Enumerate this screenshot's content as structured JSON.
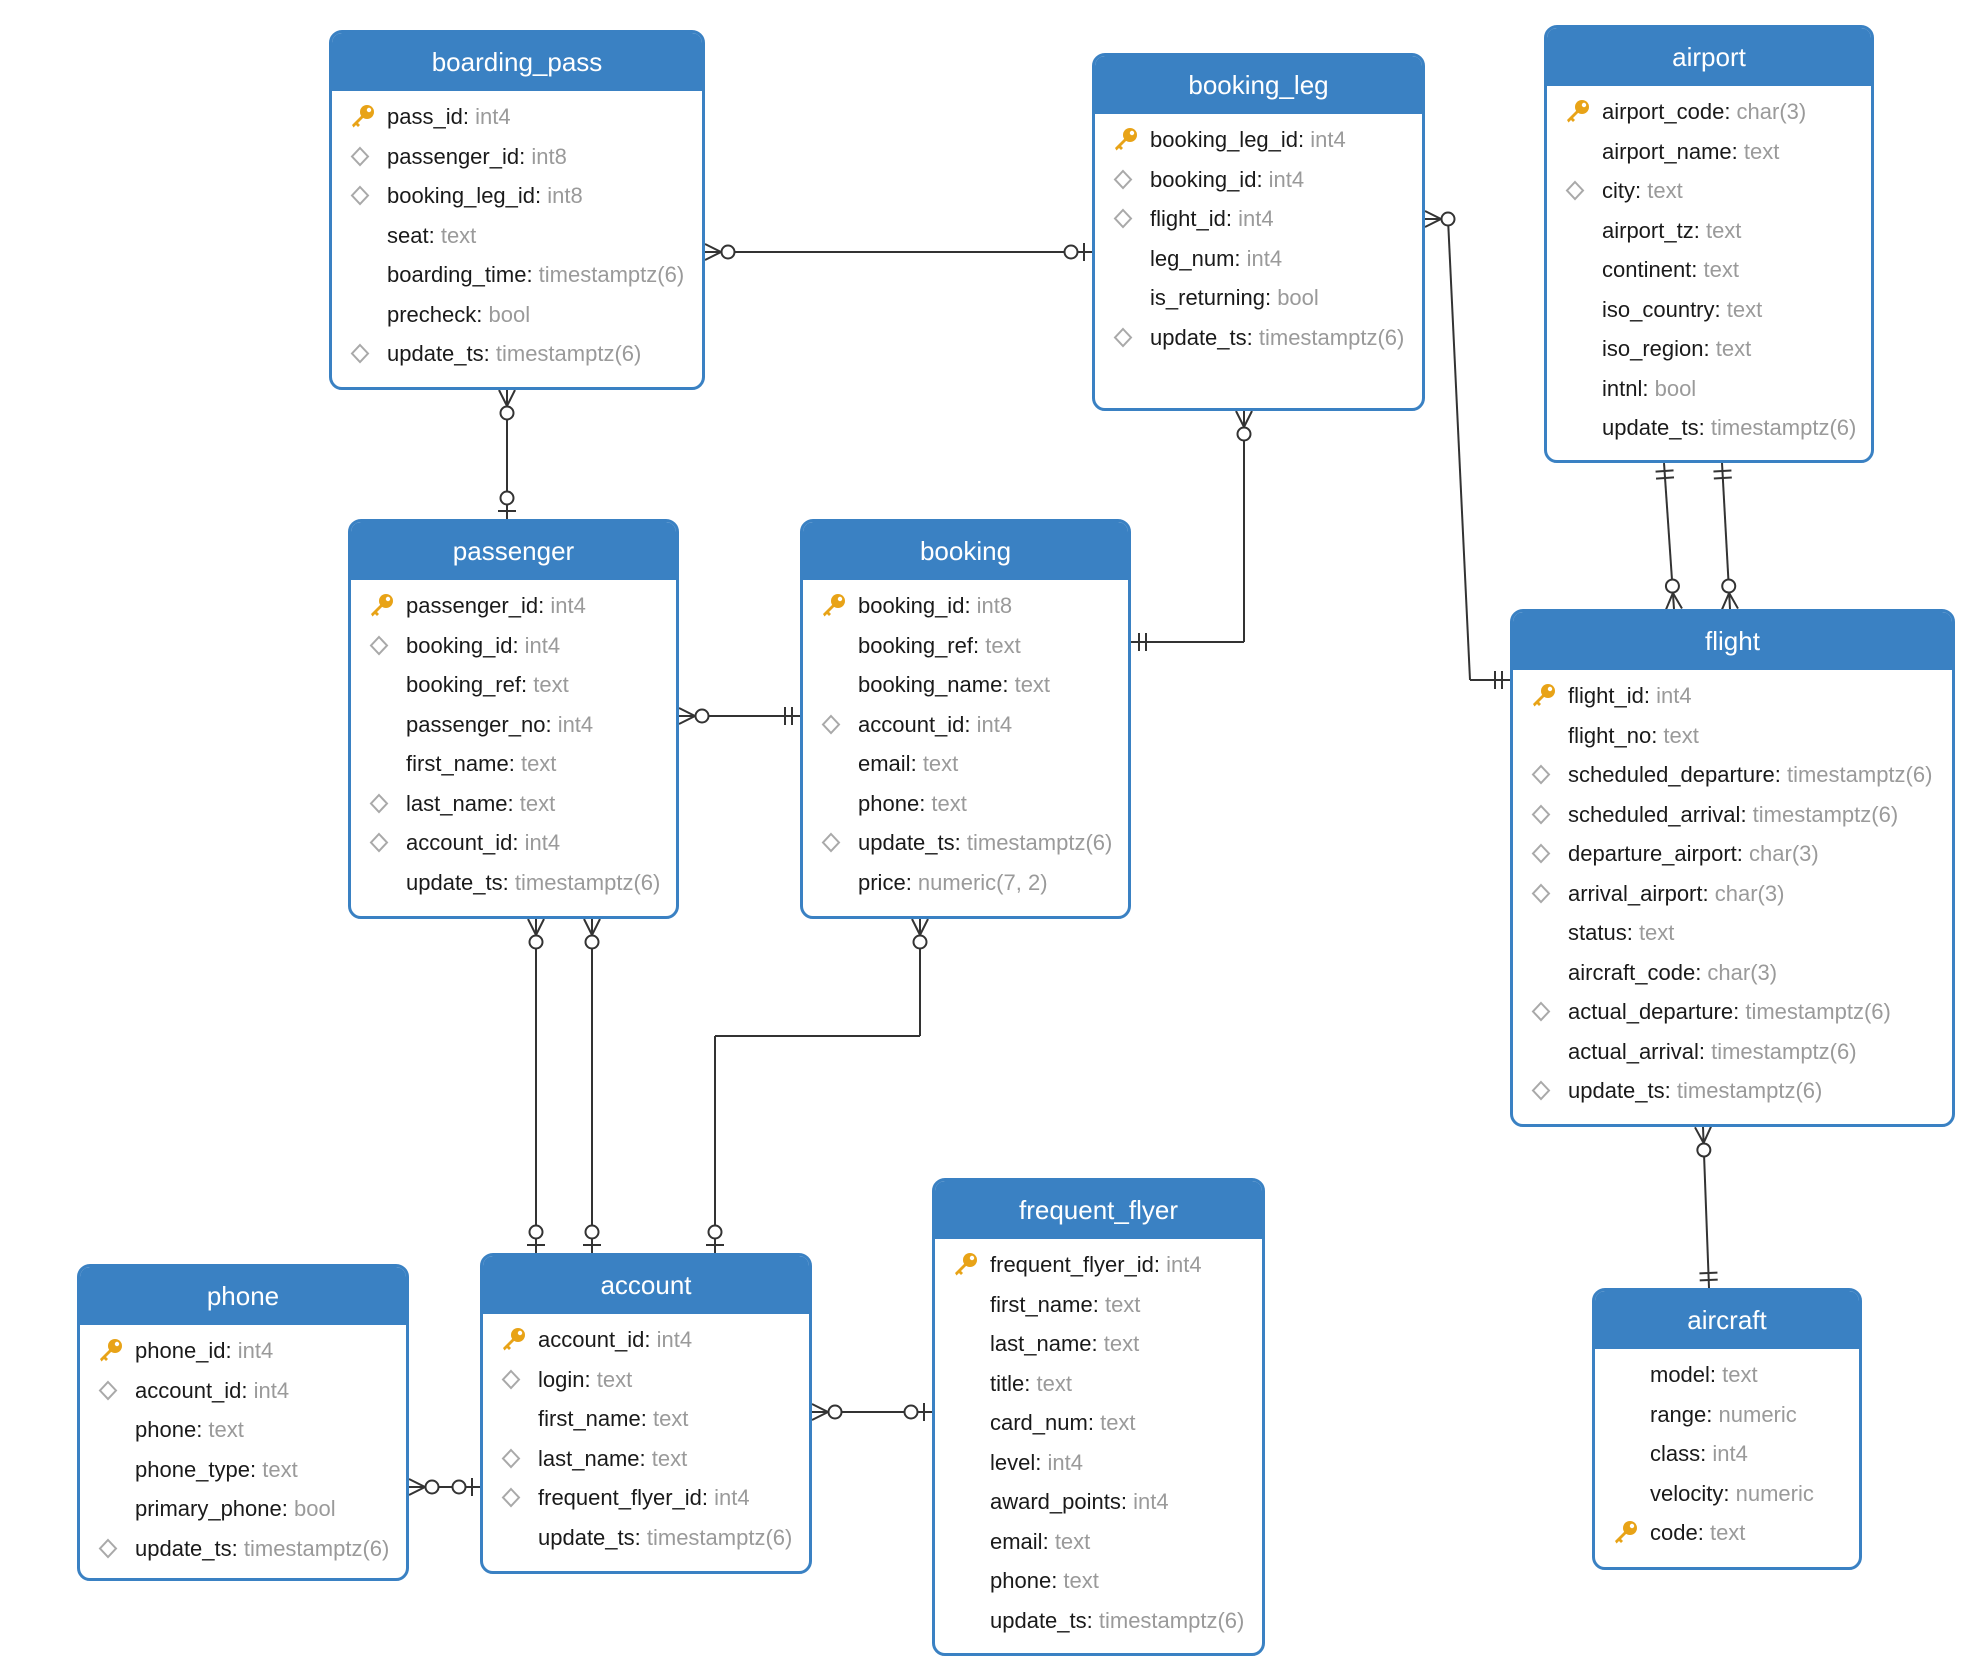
{
  "colors": {
    "header": "#3a81c3",
    "border": "#3a81c3",
    "type_text": "#9a9a9a",
    "name_text": "#1a1a1a",
    "key_icon": "#e8a317",
    "diamond_icon": "#a9a9a9",
    "line": "#333333"
  },
  "entities": {
    "boarding_pass": {
      "title": "boarding_pass",
      "fields": [
        {
          "name": "pass_id",
          "type": "int4",
          "icon": "key-icon"
        },
        {
          "name": "passenger_id",
          "type": "int8",
          "icon": "diamond-icon"
        },
        {
          "name": "booking_leg_id",
          "type": "int8",
          "icon": "diamond-icon"
        },
        {
          "name": "seat",
          "type": "text",
          "icon": "none"
        },
        {
          "name": "boarding_time",
          "type": "timestamptz(6)",
          "icon": "none"
        },
        {
          "name": "precheck",
          "type": "bool",
          "icon": "none"
        },
        {
          "name": "update_ts",
          "type": "timestamptz(6)",
          "icon": "diamond-icon"
        }
      ]
    },
    "booking_leg": {
      "title": "booking_leg",
      "fields": [
        {
          "name": "booking_leg_id",
          "type": "int4",
          "icon": "key-icon"
        },
        {
          "name": "booking_id",
          "type": "int4",
          "icon": "diamond-icon"
        },
        {
          "name": "flight_id",
          "type": "int4",
          "icon": "diamond-icon"
        },
        {
          "name": "leg_num",
          "type": "int4",
          "icon": "none"
        },
        {
          "name": "is_returning",
          "type": "bool",
          "icon": "none"
        },
        {
          "name": "update_ts",
          "type": "timestamptz(6)",
          "icon": "diamond-icon"
        }
      ]
    },
    "airport": {
      "title": "airport",
      "fields": [
        {
          "name": "airport_code",
          "type": "char(3)",
          "icon": "key-icon"
        },
        {
          "name": "airport_name",
          "type": "text",
          "icon": "none"
        },
        {
          "name": "city",
          "type": "text",
          "icon": "diamond-icon"
        },
        {
          "name": "airport_tz",
          "type": "text",
          "icon": "none"
        },
        {
          "name": "continent",
          "type": "text",
          "icon": "none"
        },
        {
          "name": "iso_country",
          "type": "text",
          "icon": "none"
        },
        {
          "name": "iso_region",
          "type": "text",
          "icon": "none"
        },
        {
          "name": "intnl",
          "type": "bool",
          "icon": "none"
        },
        {
          "name": "update_ts",
          "type": "timestamptz(6)",
          "icon": "none"
        }
      ]
    },
    "passenger": {
      "title": "passenger",
      "fields": [
        {
          "name": "passenger_id",
          "type": "int4",
          "icon": "key-icon"
        },
        {
          "name": "booking_id",
          "type": "int4",
          "icon": "diamond-icon"
        },
        {
          "name": "booking_ref",
          "type": "text",
          "icon": "none"
        },
        {
          "name": "passenger_no",
          "type": "int4",
          "icon": "none"
        },
        {
          "name": "first_name",
          "type": "text",
          "icon": "none"
        },
        {
          "name": "last_name",
          "type": "text",
          "icon": "diamond-icon"
        },
        {
          "name": "account_id",
          "type": "int4",
          "icon": "diamond-icon"
        },
        {
          "name": "update_ts",
          "type": "timestamptz(6)",
          "icon": "none"
        }
      ]
    },
    "booking": {
      "title": "booking",
      "fields": [
        {
          "name": "booking_id",
          "type": "int8",
          "icon": "key-icon"
        },
        {
          "name": "booking_ref",
          "type": "text",
          "icon": "none"
        },
        {
          "name": "booking_name",
          "type": "text",
          "icon": "none"
        },
        {
          "name": "account_id",
          "type": "int4",
          "icon": "diamond-icon"
        },
        {
          "name": "email",
          "type": "text",
          "icon": "none"
        },
        {
          "name": "phone",
          "type": "text",
          "icon": "none"
        },
        {
          "name": "update_ts",
          "type": "timestamptz(6)",
          "icon": "diamond-icon"
        },
        {
          "name": "price",
          "type": "numeric(7, 2)",
          "icon": "none"
        }
      ]
    },
    "flight": {
      "title": "flight",
      "fields": [
        {
          "name": "flight_id",
          "type": "int4",
          "icon": "key-icon"
        },
        {
          "name": "flight_no",
          "type": "text",
          "icon": "none"
        },
        {
          "name": "scheduled_departure",
          "type": "timestamptz(6)",
          "icon": "diamond-icon"
        },
        {
          "name": "scheduled_arrival",
          "type": "timestamptz(6)",
          "icon": "diamond-icon"
        },
        {
          "name": "departure_airport",
          "type": "char(3)",
          "icon": "diamond-icon"
        },
        {
          "name": "arrival_airport",
          "type": "char(3)",
          "icon": "diamond-icon"
        },
        {
          "name": "status",
          "type": "text",
          "icon": "none"
        },
        {
          "name": "aircraft_code",
          "type": "char(3)",
          "icon": "none"
        },
        {
          "name": "actual_departure",
          "type": "timestamptz(6)",
          "icon": "diamond-icon"
        },
        {
          "name": "actual_arrival",
          "type": "timestamptz(6)",
          "icon": "none"
        },
        {
          "name": "update_ts",
          "type": "timestamptz(6)",
          "icon": "diamond-icon"
        }
      ]
    },
    "frequent_flyer": {
      "title": "frequent_flyer",
      "fields": [
        {
          "name": "frequent_flyer_id",
          "type": "int4",
          "icon": "key-icon"
        },
        {
          "name": "first_name",
          "type": "text",
          "icon": "none"
        },
        {
          "name": "last_name",
          "type": "text",
          "icon": "none"
        },
        {
          "name": "title",
          "type": "text",
          "icon": "none"
        },
        {
          "name": "card_num",
          "type": "text",
          "icon": "none"
        },
        {
          "name": "level",
          "type": "int4",
          "icon": "none"
        },
        {
          "name": "award_points",
          "type": "int4",
          "icon": "none"
        },
        {
          "name": "email",
          "type": "text",
          "icon": "none"
        },
        {
          "name": "phone",
          "type": "text",
          "icon": "none"
        },
        {
          "name": "update_ts",
          "type": "timestamptz(6)",
          "icon": "none"
        }
      ]
    },
    "phone": {
      "title": "phone",
      "fields": [
        {
          "name": "phone_id",
          "type": "int4",
          "icon": "key-icon"
        },
        {
          "name": "account_id",
          "type": "int4",
          "icon": "diamond-icon"
        },
        {
          "name": "phone",
          "type": "text",
          "icon": "none"
        },
        {
          "name": "phone_type",
          "type": "text",
          "icon": "none"
        },
        {
          "name": "primary_phone",
          "type": "bool",
          "icon": "none"
        },
        {
          "name": "update_ts",
          "type": "timestamptz(6)",
          "icon": "diamond-icon"
        }
      ]
    },
    "account": {
      "title": "account",
      "fields": [
        {
          "name": "account_id",
          "type": "int4",
          "icon": "key-icon"
        },
        {
          "name": "login",
          "type": "text",
          "icon": "diamond-icon"
        },
        {
          "name": "first_name",
          "type": "text",
          "icon": "none"
        },
        {
          "name": "last_name",
          "type": "text",
          "icon": "diamond-icon"
        },
        {
          "name": "frequent_flyer_id",
          "type": "int4",
          "icon": "diamond-icon"
        },
        {
          "name": "update_ts",
          "type": "timestamptz(6)",
          "icon": "none"
        }
      ]
    },
    "aircraft": {
      "title": "aircraft",
      "fields": [
        {
          "name": "model",
          "type": "text",
          "icon": "none"
        },
        {
          "name": "range",
          "type": "numeric",
          "icon": "none"
        },
        {
          "name": "class",
          "type": "int4",
          "icon": "none"
        },
        {
          "name": "velocity",
          "type": "numeric",
          "icon": "none"
        },
        {
          "name": "code",
          "type": "text",
          "icon": "key-icon"
        }
      ]
    }
  },
  "relationships": [
    {
      "from": "boarding_pass",
      "from_card": "zero-or-many",
      "to": "booking_leg",
      "to_card": "zero-or-one"
    },
    {
      "from": "boarding_pass",
      "from_card": "zero-or-many",
      "to": "passenger",
      "to_card": "zero-or-one"
    },
    {
      "from": "booking_leg",
      "from_card": "zero-or-many",
      "to": "flight",
      "to_card": "exactly-one"
    },
    {
      "from": "booking_leg",
      "from_card": "zero-or-many",
      "to": "booking",
      "to_card": "exactly-one"
    },
    {
      "from": "passenger",
      "from_card": "zero-or-many",
      "to": "booking",
      "to_card": "exactly-one"
    },
    {
      "from": "flight",
      "from_card": "zero-or-many",
      "to": "airport",
      "to_card": "exactly-one"
    },
    {
      "from": "flight",
      "from_card": "zero-or-many",
      "to": "airport",
      "to_card": "exactly-one"
    },
    {
      "from": "flight",
      "from_card": "zero-or-many",
      "to": "aircraft",
      "to_card": "exactly-one"
    },
    {
      "from": "passenger",
      "from_card": "zero-or-many",
      "to": "account",
      "to_card": "zero-or-one"
    },
    {
      "from": "passenger",
      "from_card": "zero-or-many",
      "to": "account",
      "to_card": "zero-or-one"
    },
    {
      "from": "booking",
      "from_card": "zero-or-many",
      "to": "account",
      "to_card": "zero-or-one"
    },
    {
      "from": "account",
      "from_card": "zero-or-many",
      "to": "frequent_flyer",
      "to_card": "zero-or-one"
    },
    {
      "from": "phone",
      "from_card": "zero-or-many",
      "to": "account",
      "to_card": "zero-or-one"
    }
  ]
}
